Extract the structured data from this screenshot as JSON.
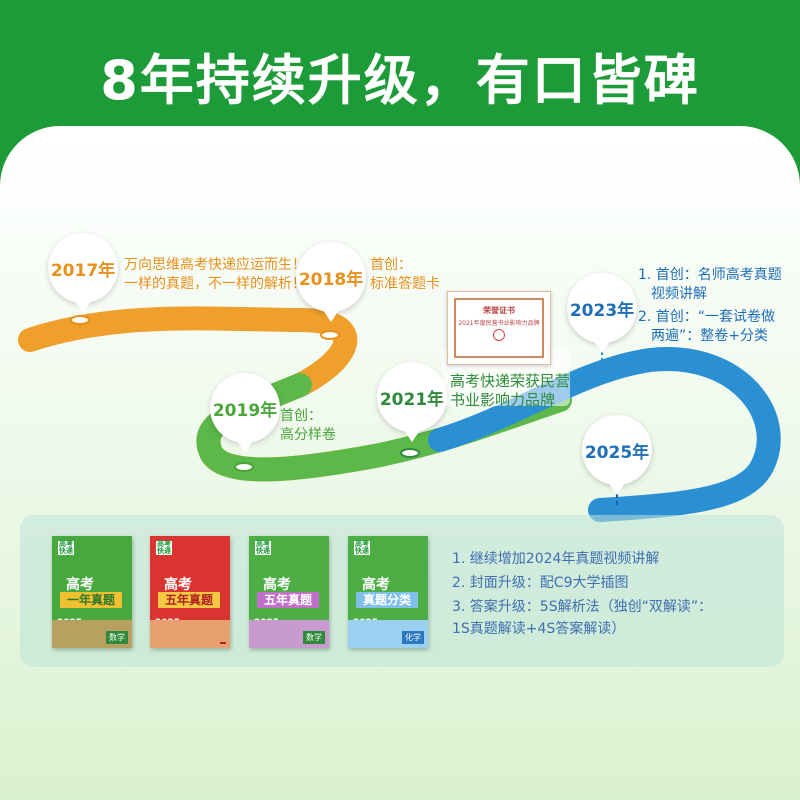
{
  "title": "8年持续升级，有口皆碑",
  "timeline": [
    {
      "year": "2017年",
      "lines": [
        "万向思维高考快递应运而生！",
        "一样的真题，不一样的解析！"
      ]
    },
    {
      "year": "2018年",
      "lines": [
        "首创：",
        "标准答题卡"
      ]
    },
    {
      "year": "2019年",
      "lines": [
        "首创：",
        "高分样卷"
      ]
    },
    {
      "year": "2021年",
      "lines": [
        "高考快递荣获民营",
        "书业影响力品牌"
      ]
    },
    {
      "year": "2023年",
      "lines": [
        "1. 首创：名师高考真题",
        "视频讲解",
        "2. 首创：“一套试卷做",
        "两遍”：整卷+分类"
      ]
    },
    {
      "year": "2025年",
      "lines": []
    }
  ],
  "certificate": {
    "top": "荣誉证书",
    "body": "2021年度民营书业影响力品牌"
  },
  "books": [
    {
      "kao": "高考",
      "band": "一年真题",
      "year": "2025",
      "subject": "数学",
      "logo": "高考快递"
    },
    {
      "kao": "高考",
      "band": "五年真题",
      "year": "2025",
      "subject": "",
      "logo": "高考快递"
    },
    {
      "kao": "高考",
      "band": "五年真题",
      "year": "2025",
      "subject": "数学",
      "logo": "高考快递"
    },
    {
      "kao": "高考",
      "band": "真题分类",
      "year": "2025",
      "subject": "化学",
      "logo": "高考快递"
    }
  ],
  "features": [
    "1. 继续增加2024年真题视频讲解",
    "2. 封面升级：配C9大学插图",
    "3. 答案升级：5S解析法（独创“双解读”：",
    "1S真题解读+4S答案解读）"
  ],
  "colors": {
    "header": "#1e9b39",
    "orange": "#e8901c",
    "green": "#4aa53a",
    "blue": "#1f6fb8"
  }
}
